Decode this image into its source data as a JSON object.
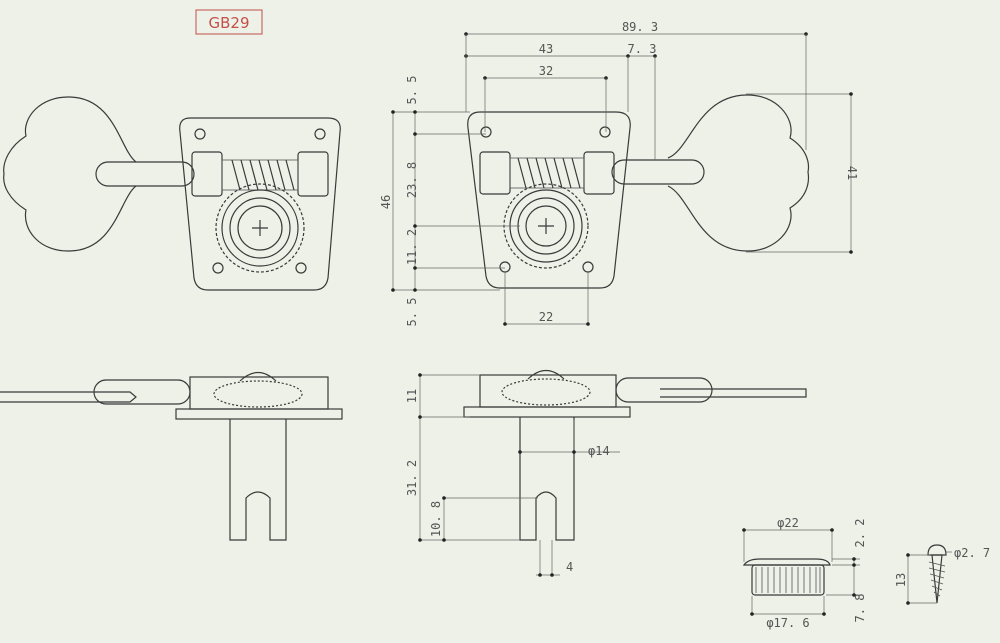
{
  "model_label": "GB29",
  "colors": {
    "background": "#eef1e8",
    "line": "#3a3a3a",
    "label_red": "#c0504a"
  },
  "dims": {
    "total_width": "89. 3",
    "width_43": "43",
    "width_7_3": "7. 3",
    "width_32": "32",
    "top_5_5": "5. 5",
    "mid_23_8": "23. 8",
    "height_46": "46",
    "low_11_2": "11. 2",
    "bottom_5_5": "5. 5",
    "hole_spacing_22": "22",
    "button_41": "41",
    "body_11": "11",
    "post_31_2": "31. 2",
    "diameter_14": "φ14",
    "slot_10_8": "10. 8",
    "slot_width_4": "4",
    "bushing_phi22": "φ22",
    "bushing_2_2": "2. 2",
    "bushing_7_8": "7. 8",
    "bushing_phi17_6": "φ17. 6",
    "screw_13": "13",
    "screw_phi2_7": "φ2. 7"
  }
}
